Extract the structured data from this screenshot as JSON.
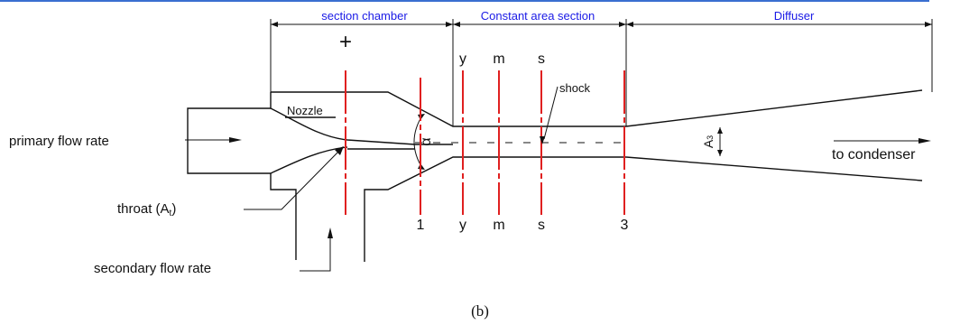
{
  "colors": {
    "outline": "#111111",
    "section_line": "#e02020",
    "header_text": "#1a1ae6",
    "top_rule": "#3a6fd0"
  },
  "headers": {
    "section_chamber": "section chamber",
    "constant_area": "Constant area section",
    "diffuser": "Diffuser"
  },
  "labels": {
    "nozzle": "Nozzle",
    "shock": "shock",
    "primary_flow": "primary flow rate",
    "secondary_flow": "secondary flow rate",
    "throat": "throat (A",
    "throat_sub": "t",
    "throat_close": ")",
    "condenser": "to condenser",
    "alpha": "α",
    "area3": "A",
    "area3_sub": "3",
    "plus": "+",
    "caption": "(b)"
  },
  "section_markers": {
    "top": [
      "y",
      "m",
      "s"
    ],
    "bottom": [
      "1",
      "y",
      "m",
      "s",
      "3"
    ]
  }
}
